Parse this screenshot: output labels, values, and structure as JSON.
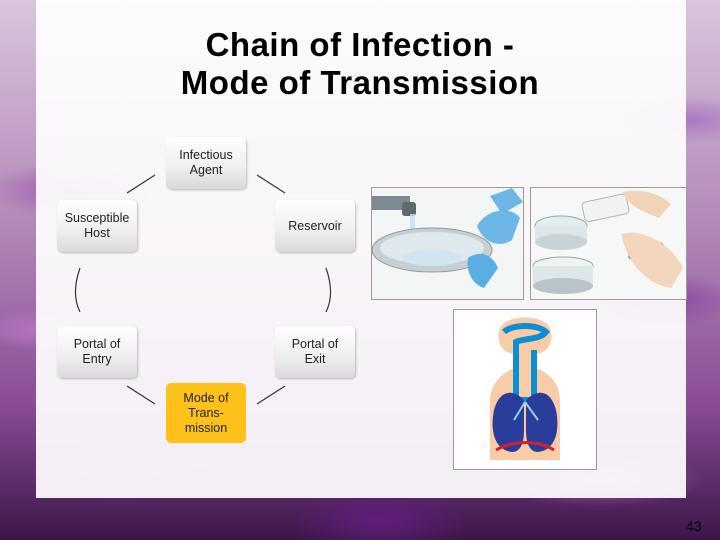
{
  "slide": {
    "title_line1": "Chain of Infection -",
    "title_line2": "Mode of Transmission",
    "page_number": "43"
  },
  "diagram": {
    "nodes": {
      "infectious_agent": "Infectious Agent",
      "reservoir": "Reservoir",
      "portal_of_exit": "Portal of Exit",
      "mode_of_transmission": "Mode of Trans-mission",
      "portal_of_entry": "Portal of Entry",
      "susceptible_host": "Susceptible Host"
    },
    "highlight_color": "#fcc21a"
  },
  "images": {
    "handwashing": "handwashing-illustration",
    "dishwashing": "dishwashing-illustration",
    "respiratory": "respiratory-system-illustration"
  }
}
